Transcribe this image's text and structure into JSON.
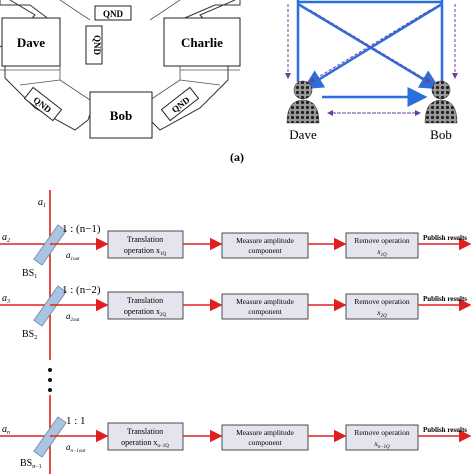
{
  "panel_a": {
    "label": "(a)",
    "topology": {
      "node_dave": "Dave",
      "node_charlie": "Charlie",
      "node_bob": "Bob",
      "qnd_labels": [
        "QND",
        "QND",
        "QND",
        "QND"
      ]
    },
    "network": {
      "dave": "Dave",
      "bob": "Bob"
    }
  },
  "panel_b": {
    "rows": [
      {
        "input_main": "a",
        "input_main_sub": "2",
        "ratio": "1 : (n−1)",
        "splitter": "BS",
        "splitter_sub": "1",
        "out": "a",
        "out_sub": "1out",
        "translation_line1": "Translation",
        "translation_line2": "operation x",
        "translation_sub": "1Q",
        "measure_line1": "Measure amplitude",
        "measure_line2": "component",
        "remove_line1": "Remove operation",
        "remove_line2": "x",
        "remove_sub": "1Q",
        "publish": "Publish results"
      },
      {
        "input_main": "a",
        "input_main_sub": "3",
        "ratio": "1 : (n−2)",
        "splitter": "BS",
        "splitter_sub": "2",
        "out": "a",
        "out_sub": "2out",
        "translation_line1": "Translation",
        "translation_line2": "operation x",
        "translation_sub": "2Q",
        "measure_line1": "Measure amplitude",
        "measure_line2": "component",
        "remove_line1": "Remove operation",
        "remove_line2": "x",
        "remove_sub": "2Q",
        "publish": "Publish results"
      },
      {
        "input_main": "a",
        "input_main_sub": "n",
        "ratio": "1 : 1",
        "splitter": "BS",
        "splitter_sub": "n−1",
        "out": "a",
        "out_sub": "n−1out",
        "translation_line1": "Translation",
        "translation_line2": "operation x",
        "translation_sub": "n−1Q",
        "measure_line1": "Measure amplitude",
        "measure_line2": "component",
        "remove_line1": "Remove operation",
        "remove_line2": "x",
        "remove_sub": "n−1Q",
        "publish": "Publish results"
      }
    ],
    "top_input": "a",
    "top_input_sub": "1"
  },
  "colors": {
    "beam": "#e02020",
    "box_fill": "#e4e4ee",
    "box_stroke": "#222222",
    "splitter_fill": "#a9c4e0",
    "net_blue": "#2a6fdb",
    "net_purple": "#6a3fa0"
  }
}
